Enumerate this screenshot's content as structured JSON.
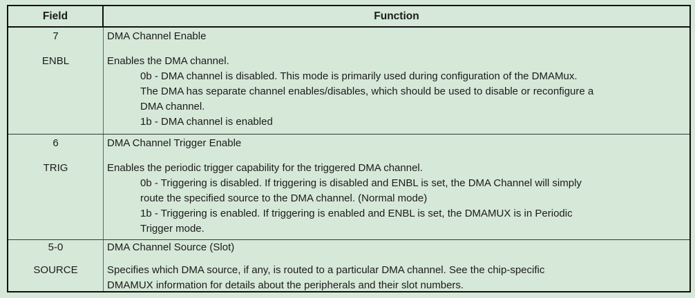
{
  "page": {
    "background_color": "#d6e8d8",
    "table_border_color": "#0f0f0f",
    "row_divider_color": "#2e3a32",
    "text_color": "#1b1b1b"
  },
  "header": {
    "field_label": "Field",
    "function_label": "Function"
  },
  "rows": [
    {
      "bits": "7",
      "name": "ENBL",
      "title": "DMA Channel Enable",
      "intro": "Enables the DMA channel.",
      "details": "0b - DMA channel is disabled. This mode is primarily used during configuration of the DMAMux.\nThe DMA has separate channel enables/disables, which should be used to disable or reconfigure a\nDMA channel.\n1b - DMA channel is enabled"
    },
    {
      "bits": "6",
      "name": "TRIG",
      "title": "DMA Channel Trigger Enable",
      "intro": "Enables the periodic trigger capability for the triggered DMA channel.",
      "details": "0b - Triggering is disabled. If triggering is disabled and ENBL is set, the DMA Channel will simply\nroute the specified source to the DMA channel. (Normal mode)\n1b - Triggering is enabled. If triggering is enabled and ENBL is set, the DMAMUX is in Periodic\nTrigger mode."
    },
    {
      "bits": "5-0",
      "name": "SOURCE",
      "title": "DMA Channel Source (Slot)",
      "intro": "Specifies which DMA source, if any, is routed to a particular DMA channel. See the chip-specific\nDMAMUX information for details about the peripherals and their slot numbers.",
      "details": ""
    }
  ]
}
